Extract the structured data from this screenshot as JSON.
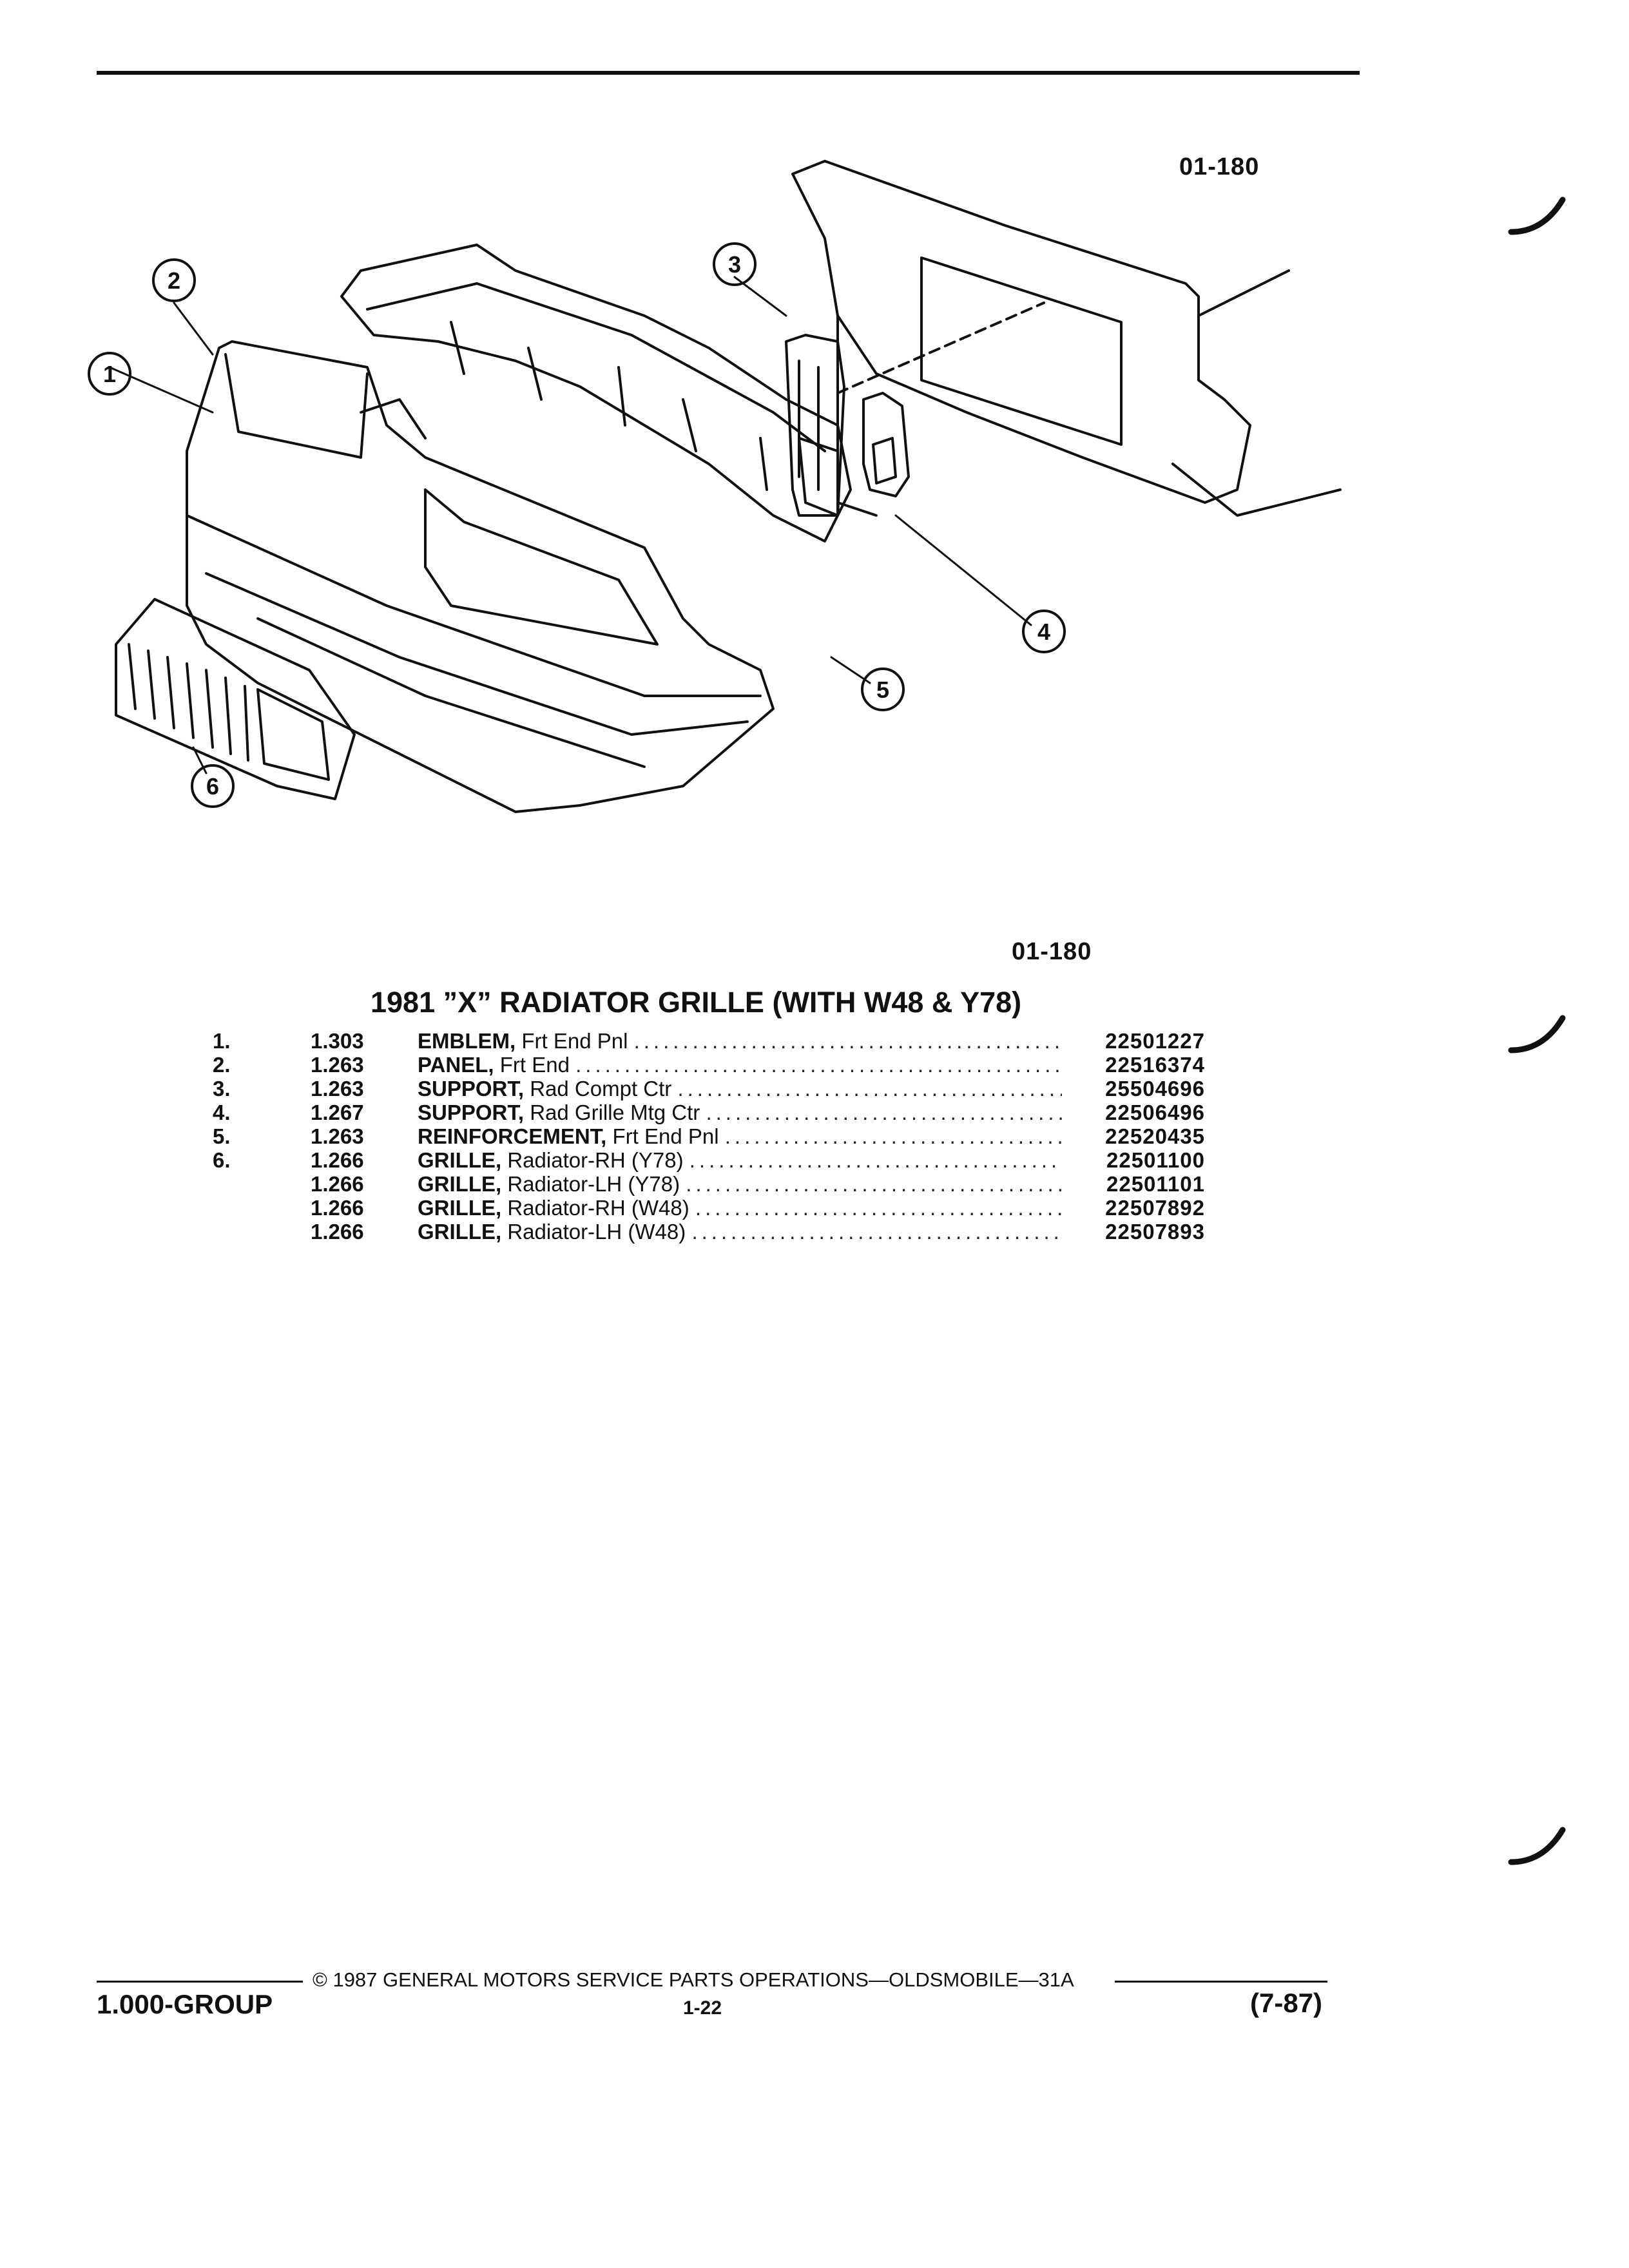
{
  "header": {
    "figure_code_top": "01-180"
  },
  "illustration": {
    "callouts": [
      "1",
      "2",
      "3",
      "4",
      "5",
      "6"
    ]
  },
  "figure_code_bottom": "01-180",
  "title": "1981 ”X” RADIATOR GRILLE (WITH W48 & Y78)",
  "parts": [
    {
      "no": "1.",
      "cat": "1.303",
      "name": "EMBLEM,",
      "desc": "Frt End Pnl",
      "pn": "22501227"
    },
    {
      "no": "2.",
      "cat": "1.263",
      "name": "PANEL,",
      "desc": "Frt End",
      "pn": "22516374"
    },
    {
      "no": "3.",
      "cat": "1.263",
      "name": "SUPPORT,",
      "desc": "Rad Compt Ctr",
      "pn": "25504696"
    },
    {
      "no": "4.",
      "cat": "1.267",
      "name": "SUPPORT,",
      "desc": "Rad Grille Mtg Ctr",
      "pn": "22506496"
    },
    {
      "no": "5.",
      "cat": "1.263",
      "name": "REINFORCEMENT,",
      "desc": "Frt End Pnl",
      "pn": "22520435"
    },
    {
      "no": "6.",
      "cat": "1.266",
      "name": "GRILLE,",
      "desc": "Radiator-RH (Y78)",
      "pn": "22501100"
    },
    {
      "no": "",
      "cat": "1.266",
      "name": "GRILLE,",
      "desc": "Radiator-LH (Y78)",
      "pn": "22501101"
    },
    {
      "no": "",
      "cat": "1.266",
      "name": "GRILLE,",
      "desc": "Radiator-RH (W48)",
      "pn": "22507892"
    },
    {
      "no": "",
      "cat": "1.266",
      "name": "GRILLE,",
      "desc": "Radiator-LH (W48)",
      "pn": "22507893"
    }
  ],
  "footer": {
    "copyright": "©  1987  GENERAL MOTORS SERVICE PARTS OPERATIONS—OLDSMOBILE—31A",
    "group": "1.000-GROUP",
    "page": "1-22",
    "date": "(7-87)"
  }
}
